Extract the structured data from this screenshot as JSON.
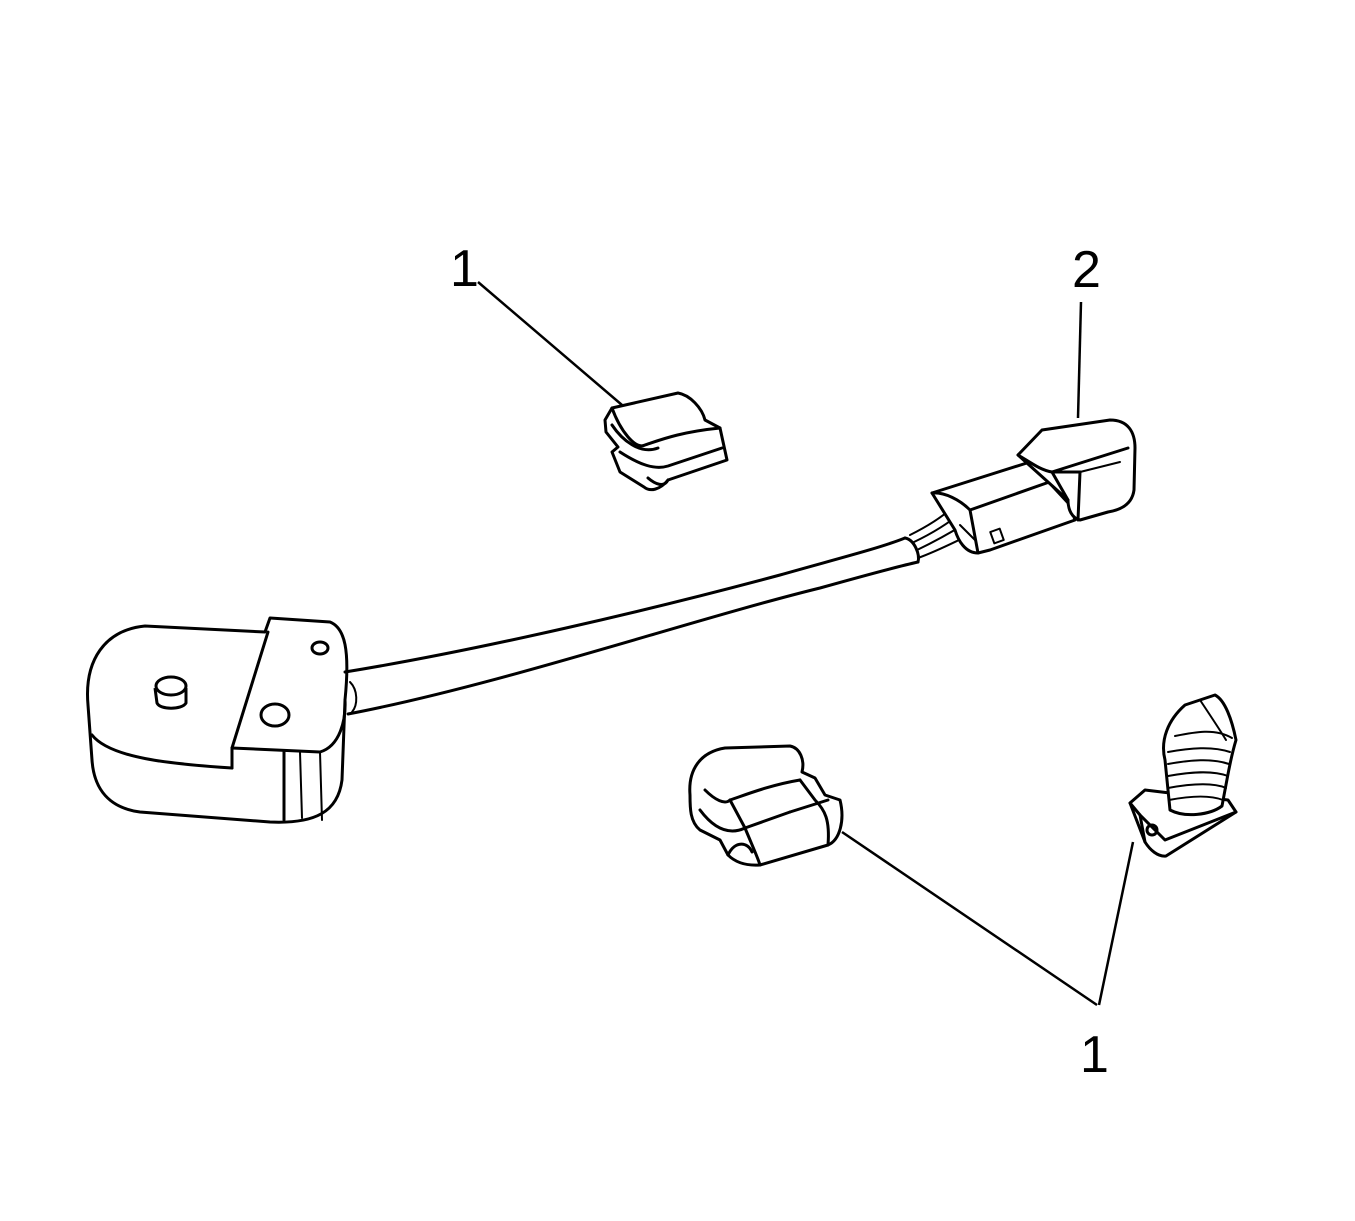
{
  "callouts": {
    "clip_top": "1",
    "connector": "2",
    "clips_bottom": "1"
  }
}
